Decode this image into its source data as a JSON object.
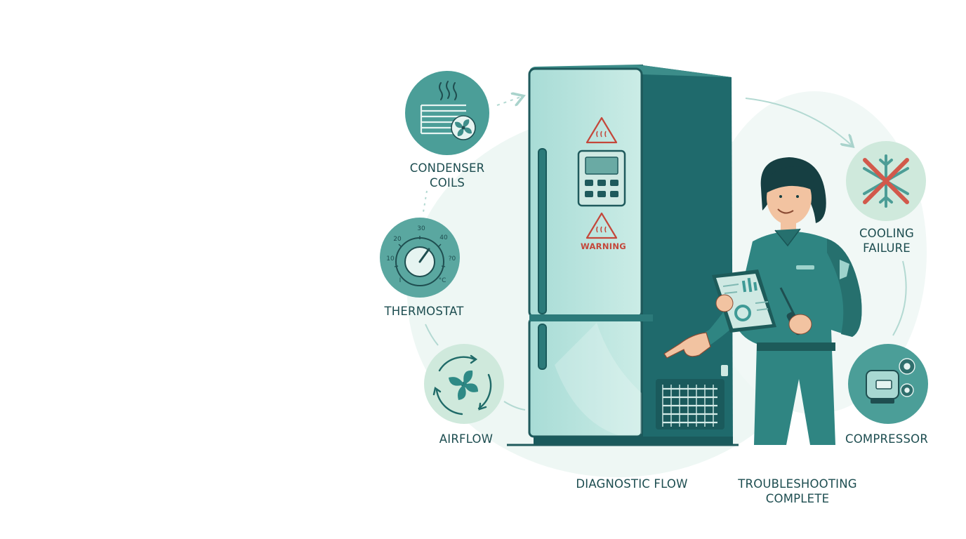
{
  "nodes": {
    "condenser": "CONDENSER\nCOILS",
    "thermostat": "THERMOSTAT",
    "airflow": "AIRFLOW",
    "cooling": "COOLING\nFAILURE",
    "compressor": "COMPRESSOR"
  },
  "fridge": {
    "warning": "WARNING"
  },
  "thermostat_dial": {
    "t20": "20",
    "t30": "30",
    "t40": "40",
    "t10": "10",
    "t70": "?0",
    "t_low": "I",
    "unit": "°C"
  },
  "footer": {
    "diagnostic": "DIAGNOSTIC FLOW",
    "complete": "TROUBLESHOOTING\nCOMPLETE"
  },
  "colors": {
    "teal_dark": "#1e6a6c",
    "teal_mid": "#3f9a96",
    "mint": "#cfe9e3",
    "warning_red": "#c4473a"
  }
}
